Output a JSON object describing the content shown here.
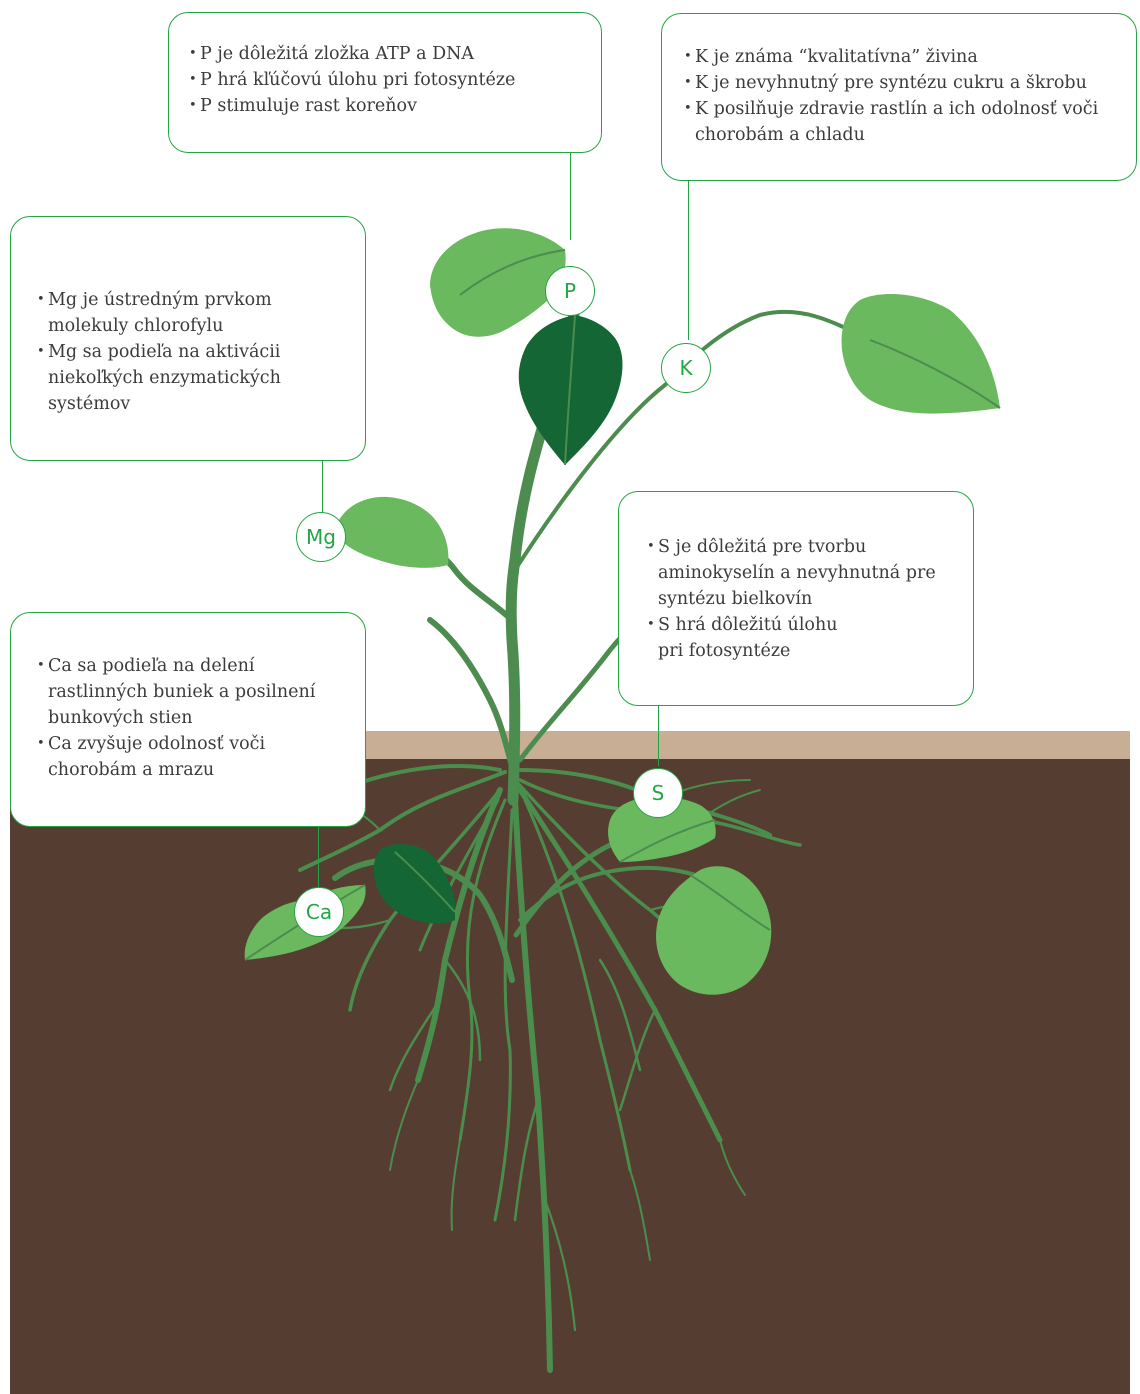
{
  "colors": {
    "accent": "#22a645",
    "leaf_light": "#6ab95f",
    "leaf_dark": "#146634",
    "stem": "#4c8c4f",
    "root": "#4b8d4c",
    "soil_top": "#c9ae96",
    "soil": "#553d31",
    "text": "#3b3b3b"
  },
  "nutrients": {
    "P": {
      "badge": "P",
      "points": [
        "P je dôležitá zložka ATP a DNA",
        "P hrá kľúčovú úlohu pri fotosyntéze",
        "P stimuluje rast koreňov"
      ]
    },
    "K": {
      "badge": "K",
      "points": [
        "K je známa “kvalitatívna” živina",
        "K je nevyhnutný pre syntézu cukru a škrobu",
        "K posilňuje zdravie rastlín a ich odolnosť voči chorobám a chladu"
      ]
    },
    "Mg": {
      "badge": "Mg",
      "points": [
        "Mg je ústredným prvkom molekuly chlorofylu",
        "Mg sa podieľa na aktivácii niekoľkých enzymatických systémov"
      ]
    },
    "S": {
      "badge": "S",
      "points": [
        "S je dôležitá pre tvorbu aminokyselín a nevyhnutná pre syntézu bielkovín",
        "S hrá dôležitú úlohu pri fotosyntéze"
      ]
    },
    "Ca": {
      "badge": "Ca",
      "points": [
        "Ca sa podieľa na delení rastlinných buniek a posilnení bunkových stien",
        "Ca zvyšuje odolnosť voči chorobám a mrazu"
      ]
    }
  }
}
